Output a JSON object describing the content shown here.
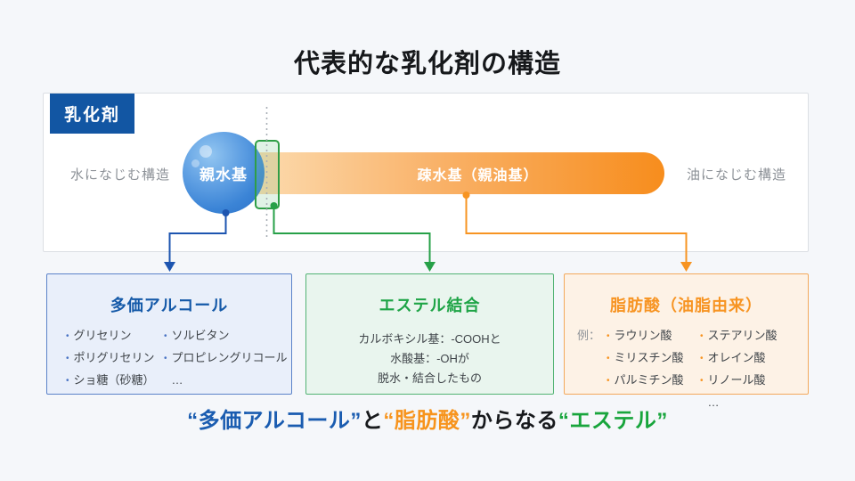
{
  "title": "代表的な乳化剤の構造",
  "panel": {
    "badge": "乳化剤",
    "left_note": "水になじむ構造",
    "right_note": "油になじむ構造",
    "hydrophilic_label": "親水基",
    "hydrophobic_label": "疎水基（親油基）"
  },
  "boxes": {
    "polyhydric_alcohol": {
      "title": "多価アルコール",
      "col1": [
        "グリセリン",
        "ポリグリセリン",
        "ショ糖（砂糖）"
      ],
      "col2": [
        "ソルビタン",
        "プロピレングリコール"
      ],
      "more": "…"
    },
    "ester_bond": {
      "title": "エステル結合",
      "lines": [
        "カルボキシル基：-COOHと",
        "水酸基：-OHが",
        "脱水・結合したもの"
      ]
    },
    "fatty_acid": {
      "title": "脂肪酸（油脂由来）",
      "example_label": "例：",
      "col1": [
        "ラウリン酸",
        "ミリスチン酸",
        "パルミチン酸"
      ],
      "col2": [
        "ステアリン酸",
        "オレイン酸",
        "リノール酸"
      ],
      "more": "…"
    }
  },
  "conclusion": {
    "segment1": "“多価アルコール”",
    "segment2": "と",
    "segment3": "“脂肪酸”",
    "segment4": "からなる",
    "segment5": "“エステル”"
  },
  "ui": {
    "bullet": "•"
  },
  "colors": {
    "badge_blue": "#1256a3",
    "sphere_blue": "#3b84d6",
    "bar_orange": "#f78d1d",
    "accent_blue": "#1459a8",
    "accent_green": "#1ea446",
    "accent_orange": "#f79422",
    "note_gray": "#8d9298",
    "connector_blue": "#1d55b0",
    "connector_green": "#27a048",
    "connector_orange": "#f79422"
  }
}
